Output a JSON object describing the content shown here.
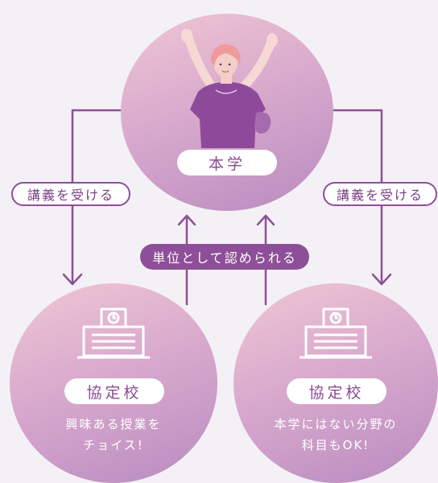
{
  "colors": {
    "accent": "#8d4f97",
    "background": "#f3f1f6",
    "circle_gradient": [
      "#f0c6d4",
      "#d9aacd",
      "#b98bc0"
    ]
  },
  "top": {
    "label": "本学",
    "illustration": "person-cheering-icon"
  },
  "left_connector_label": "講義を受ける",
  "right_connector_label": "講義を受ける",
  "center_connector_label": "単位として認められる",
  "left_school": {
    "label": "協定校",
    "icon": "school-building-icon",
    "desc_line1": "興味ある授業を",
    "desc_line2": "チョイス!"
  },
  "right_school": {
    "label": "協定校",
    "icon": "school-building-icon",
    "desc_line1": "本学にはない分野の",
    "desc_line2": "科目もOK!"
  }
}
